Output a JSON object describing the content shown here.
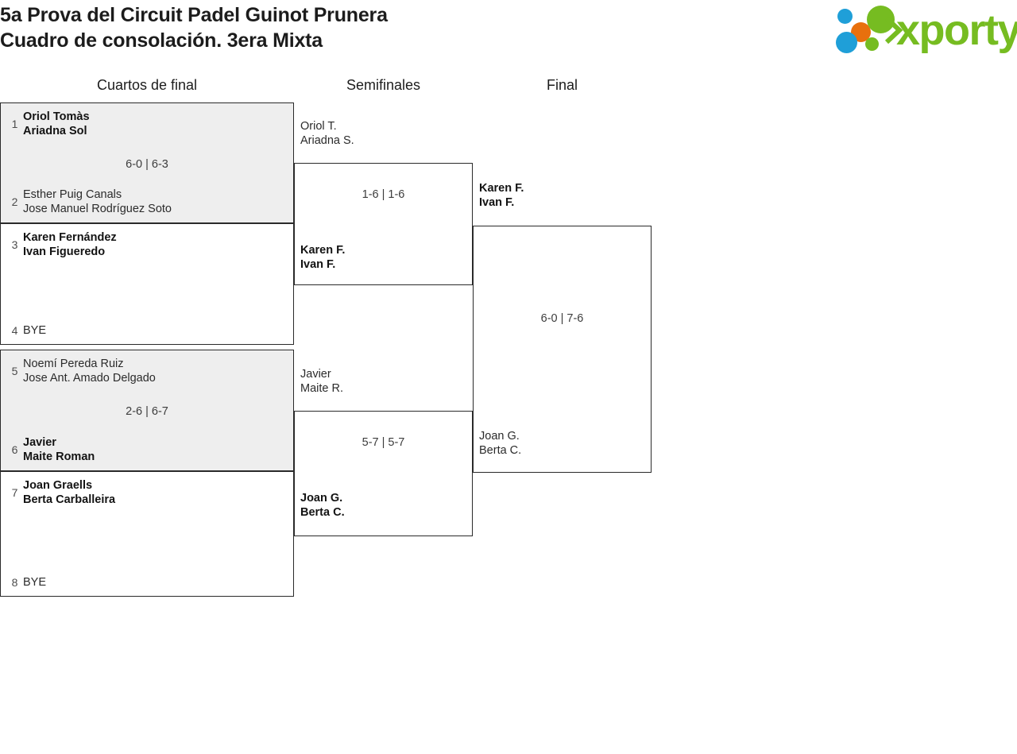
{
  "header": {
    "title_line1": "5a Prova del Circuit Padel Guinot Prunera",
    "title_line2": "Cuadro de consolación. 3era Mixta",
    "logo_wordmark": "xporty",
    "logo_colors": {
      "green": "#76bc21",
      "blue": "#1f9fd8",
      "orange": "#e8700d"
    }
  },
  "rounds": [
    {
      "label": "Cuartos de final"
    },
    {
      "label": "Semifinales"
    },
    {
      "label": "Final"
    }
  ],
  "quarterfinals": [
    {
      "shaded": true,
      "score": "6-0 | 6-3",
      "top": {
        "seed": "1",
        "player1": "Oriol Tomàs",
        "player2": "Ariadna Sol",
        "winner": true
      },
      "bottom": {
        "seed": "2",
        "player1": "Esther Puig Canals",
        "player2": "Jose Manuel Rodríguez Soto",
        "winner": false
      }
    },
    {
      "shaded": false,
      "score": "",
      "top": {
        "seed": "3",
        "player1": "Karen Fernández",
        "player2": "Ivan Figueredo",
        "winner": true
      },
      "bottom": {
        "seed": "4",
        "player1": "BYE",
        "player2": "",
        "winner": false
      }
    },
    {
      "shaded": true,
      "score": "2-6 | 6-7",
      "top": {
        "seed": "5",
        "player1": "Noemí Pereda Ruiz",
        "player2": "Jose Ant. Amado Delgado",
        "winner": false
      },
      "bottom": {
        "seed": "6",
        "player1": "Javier",
        "player2": "Maite Roman",
        "winner": true
      }
    },
    {
      "shaded": false,
      "score": "",
      "top": {
        "seed": "7",
        "player1": "Joan Graells",
        "player2": "Berta Carballeira",
        "winner": true
      },
      "bottom": {
        "seed": "8",
        "player1": "BYE",
        "player2": "",
        "winner": false
      }
    }
  ],
  "semifinals": [
    {
      "score": "1-6 | 1-6",
      "top": {
        "player1": "Oriol T.",
        "player2": "Ariadna S.",
        "winner": false
      },
      "bottom": {
        "player1": "Karen F.",
        "player2": "Ivan F.",
        "winner": true
      }
    },
    {
      "score": "5-7 | 5-7",
      "top": {
        "player1": "Javier",
        "player2": "Maite R.",
        "winner": false
      },
      "bottom": {
        "player1": "Joan G.",
        "player2": "Berta C.",
        "winner": true
      }
    }
  ],
  "final": {
    "score": "6-0 | 7-6",
    "top": {
      "player1": "Karen F.",
      "player2": "Ivan F.",
      "winner": true
    },
    "bottom": {
      "player1": "Joan G.",
      "player2": "Berta C.",
      "winner": false
    }
  }
}
